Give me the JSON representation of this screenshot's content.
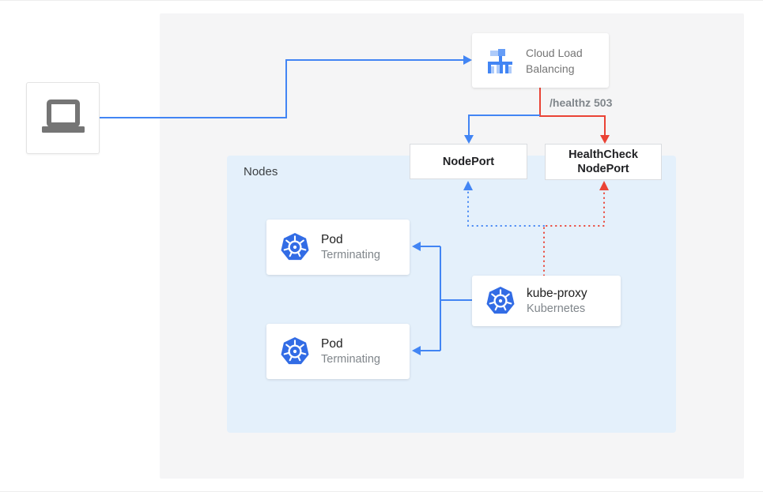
{
  "colors": {
    "blue": "#4285f4",
    "red": "#ea4335",
    "k8s_blue": "#326ce5",
    "laptop_gray": "#757575",
    "lb_light": "#aecbfa",
    "lb_mid": "#669df6",
    "lb_main": "#4285f4",
    "nodes_bg": "#e4f0fb",
    "panel_bg": "#f5f5f6",
    "muted_text": "#80868b",
    "dark_text": "#202124"
  },
  "diagram": {
    "client": {
      "icon": "laptop-icon"
    },
    "load_balancer": {
      "label": "Cloud Load Balancing",
      "icon": "load-balancer-icon"
    },
    "health_label": "/healthz 503",
    "node_port": {
      "label": "NodePort"
    },
    "healthcheck_node_port": {
      "label": "HealthCheck NodePort"
    },
    "nodes_group": {
      "label": "Nodes"
    },
    "pods": [
      {
        "title": "Pod",
        "subtitle": "Terminating",
        "icon": "kubernetes-icon"
      },
      {
        "title": "Pod",
        "subtitle": "Terminating",
        "icon": "kubernetes-icon"
      }
    ],
    "kube_proxy": {
      "title": "kube-proxy",
      "subtitle": "Kubernetes",
      "icon": "kubernetes-icon"
    }
  }
}
